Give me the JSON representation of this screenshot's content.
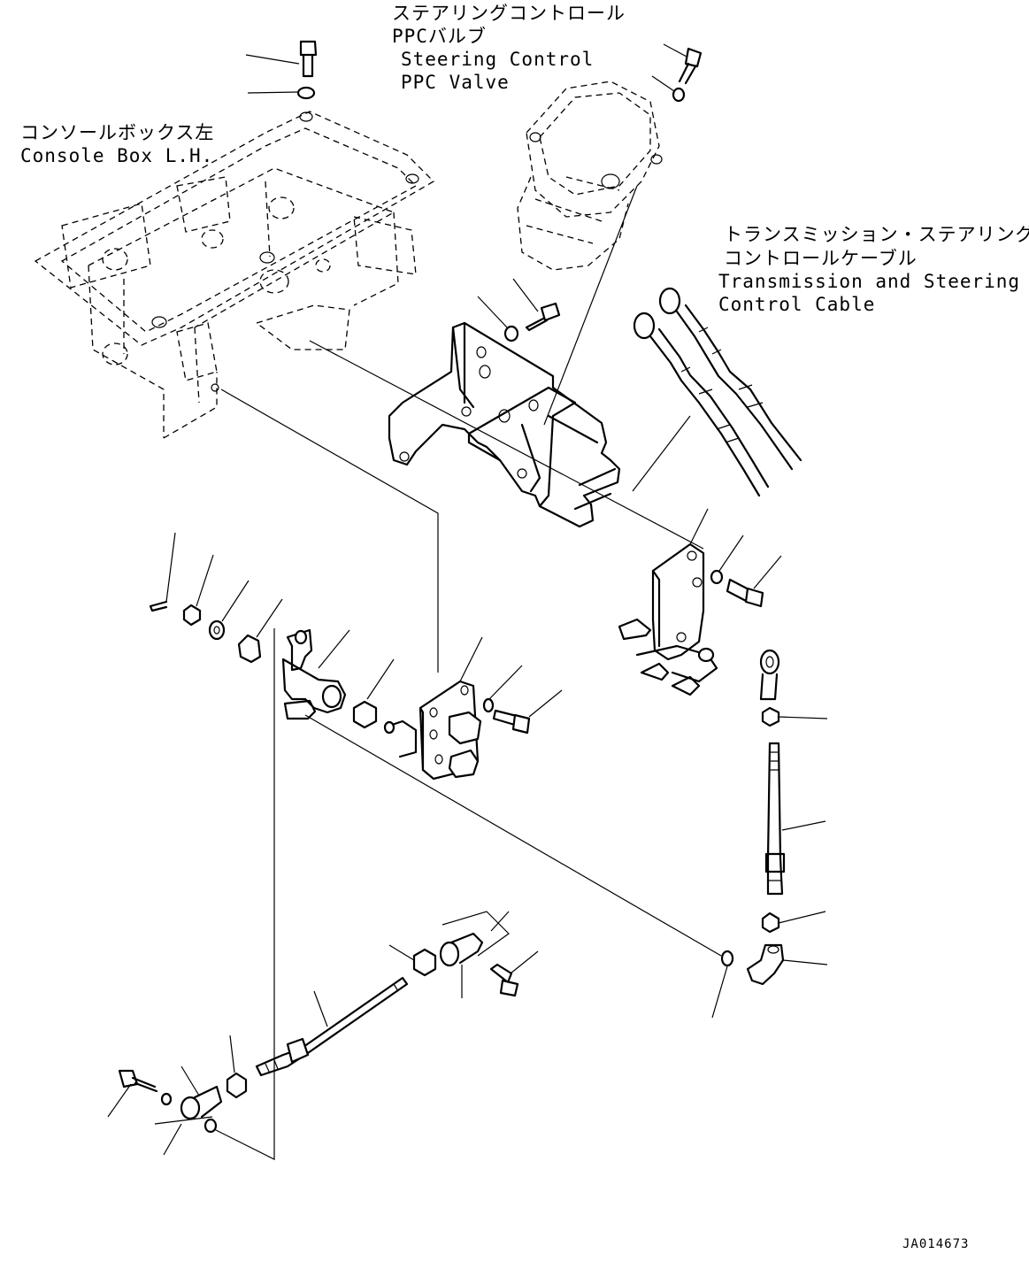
{
  "labels": {
    "ppc_valve_jp_1": "ステアリングコントロール",
    "ppc_valve_jp_2": "PPCバルブ",
    "ppc_valve_en_1": "Steering Control",
    "ppc_valve_en_2": "PPC Valve",
    "console_jp": "コンソールボックス左",
    "console_en": "Console Box L.H.",
    "cable_jp_1": "トランスミッション・ステアリング",
    "cable_jp_2": "コントロールケーブル",
    "cable_en_1": "Transmission and Steering",
    "cable_en_2": "Control Cable"
  },
  "drawing_code": "JA014673"
}
